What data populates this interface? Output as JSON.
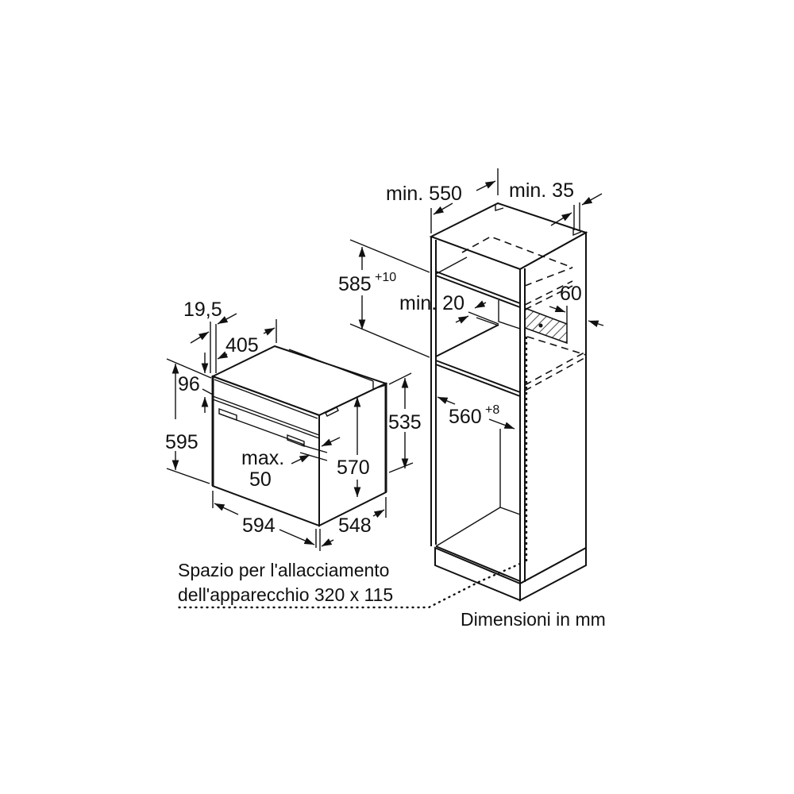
{
  "diagram": {
    "type": "built-in oven installation dimension drawing",
    "unit_note": "Dimensioni in mm",
    "connection_note": {
      "line1": "Spazio per l'allacciamento",
      "line2": "dell'apparecchio 320 x 115"
    },
    "oven": {
      "dim_19_5": "19,5",
      "dim_405": "405",
      "dim_96": "96",
      "dim_595": "595",
      "dim_max_label": "max.",
      "dim_max_value": "50",
      "dim_570": "570",
      "dim_535": "535",
      "dim_594": "594",
      "dim_548": "548"
    },
    "cabinet": {
      "dim_min_550": "min. 550",
      "dim_min_35": "min. 35",
      "dim_585": "585",
      "dim_585_tol": "+10",
      "dim_min_20": "min. 20",
      "dim_60": "60",
      "dim_560": "560",
      "dim_560_tol": "+8"
    }
  }
}
